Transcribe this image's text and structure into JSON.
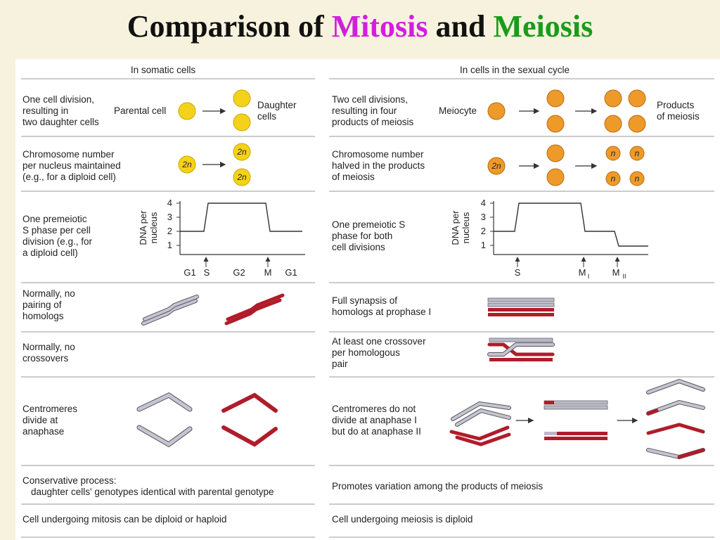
{
  "title": {
    "part1": "Comparison of",
    "mitosis": "Mitosis",
    "and": "and",
    "meiosis": "Meiosis"
  },
  "colors": {
    "mitosis_accent": "#d21ee0",
    "meiosis_accent": "#1a9c1a",
    "mitosis_cell": "#f5d21a",
    "meiosis_cell": "#ee9a2a",
    "chromatid_gray": "#b9b9cc",
    "chromatid_red": "#b01c2a",
    "background": "#f6f2dd"
  },
  "columns": {
    "mitosis": "In somatic cells",
    "meiosis": "In cells in the sexual cycle"
  },
  "rows": {
    "divisions": {
      "mitosis": "One cell division,\nresulting in\ntwo daughter cells",
      "meiosis": "Two cell divisions,\nresulting in four\nproducts of meiosis",
      "parental_label": "Parental cell",
      "daughter_label": "Daughter\ncells",
      "meiocyte_label": "Meiocyte",
      "products_label": "Products\nof meiosis"
    },
    "chromosome_number": {
      "mitosis": "Chromosome number\nper nucleus maintained\n(e.g., for a diploid cell)",
      "meiosis": "Chromosome number\nhalved in the products\nof meiosis",
      "diploid": "2n",
      "haploid": "n"
    },
    "dna_content": {
      "mitosis": "One premeiotic\nS phase per cell\ndivision (e.g., for\na diploid cell)",
      "meiosis": "One premeiotic S\nphase for both\ncell divisions",
      "axis_label_1": "DNA per",
      "axis_label_2": "nucleus",
      "y_ticks": [
        "4",
        "3",
        "2",
        "1"
      ],
      "mitosis_x_labels": [
        "G1",
        "S",
        "G2",
        "M",
        "G1"
      ],
      "meiosis_x_labels": [
        "S",
        "M",
        "M"
      ],
      "meiosis_subscripts": [
        "I",
        "II"
      ]
    },
    "pairing": {
      "mitosis": "Normally, no\npairing of\nhomologs",
      "meiosis": "Full synapsis of\nhomologs at prophase I"
    },
    "crossovers": {
      "mitosis": "Normally, no\ncrossovers",
      "meiosis": "At least one crossover\nper homologous\npair"
    },
    "centromeres": {
      "mitosis": "Centromeres\ndivide at\nanaphase",
      "meiosis": "Centromeres do not\ndivide at anaphase I\nbut do at anaphase II"
    },
    "process": {
      "mitosis_1": "Conservative process:",
      "mitosis_2": "daughter cells' genotypes identical with parental genotype",
      "meiosis": "Promotes variation among the products of meiosis"
    },
    "ploidy": {
      "mitosis": "Cell undergoing mitosis can be diploid or haploid",
      "meiosis": "Cell undergoing meiosis is diploid"
    }
  }
}
